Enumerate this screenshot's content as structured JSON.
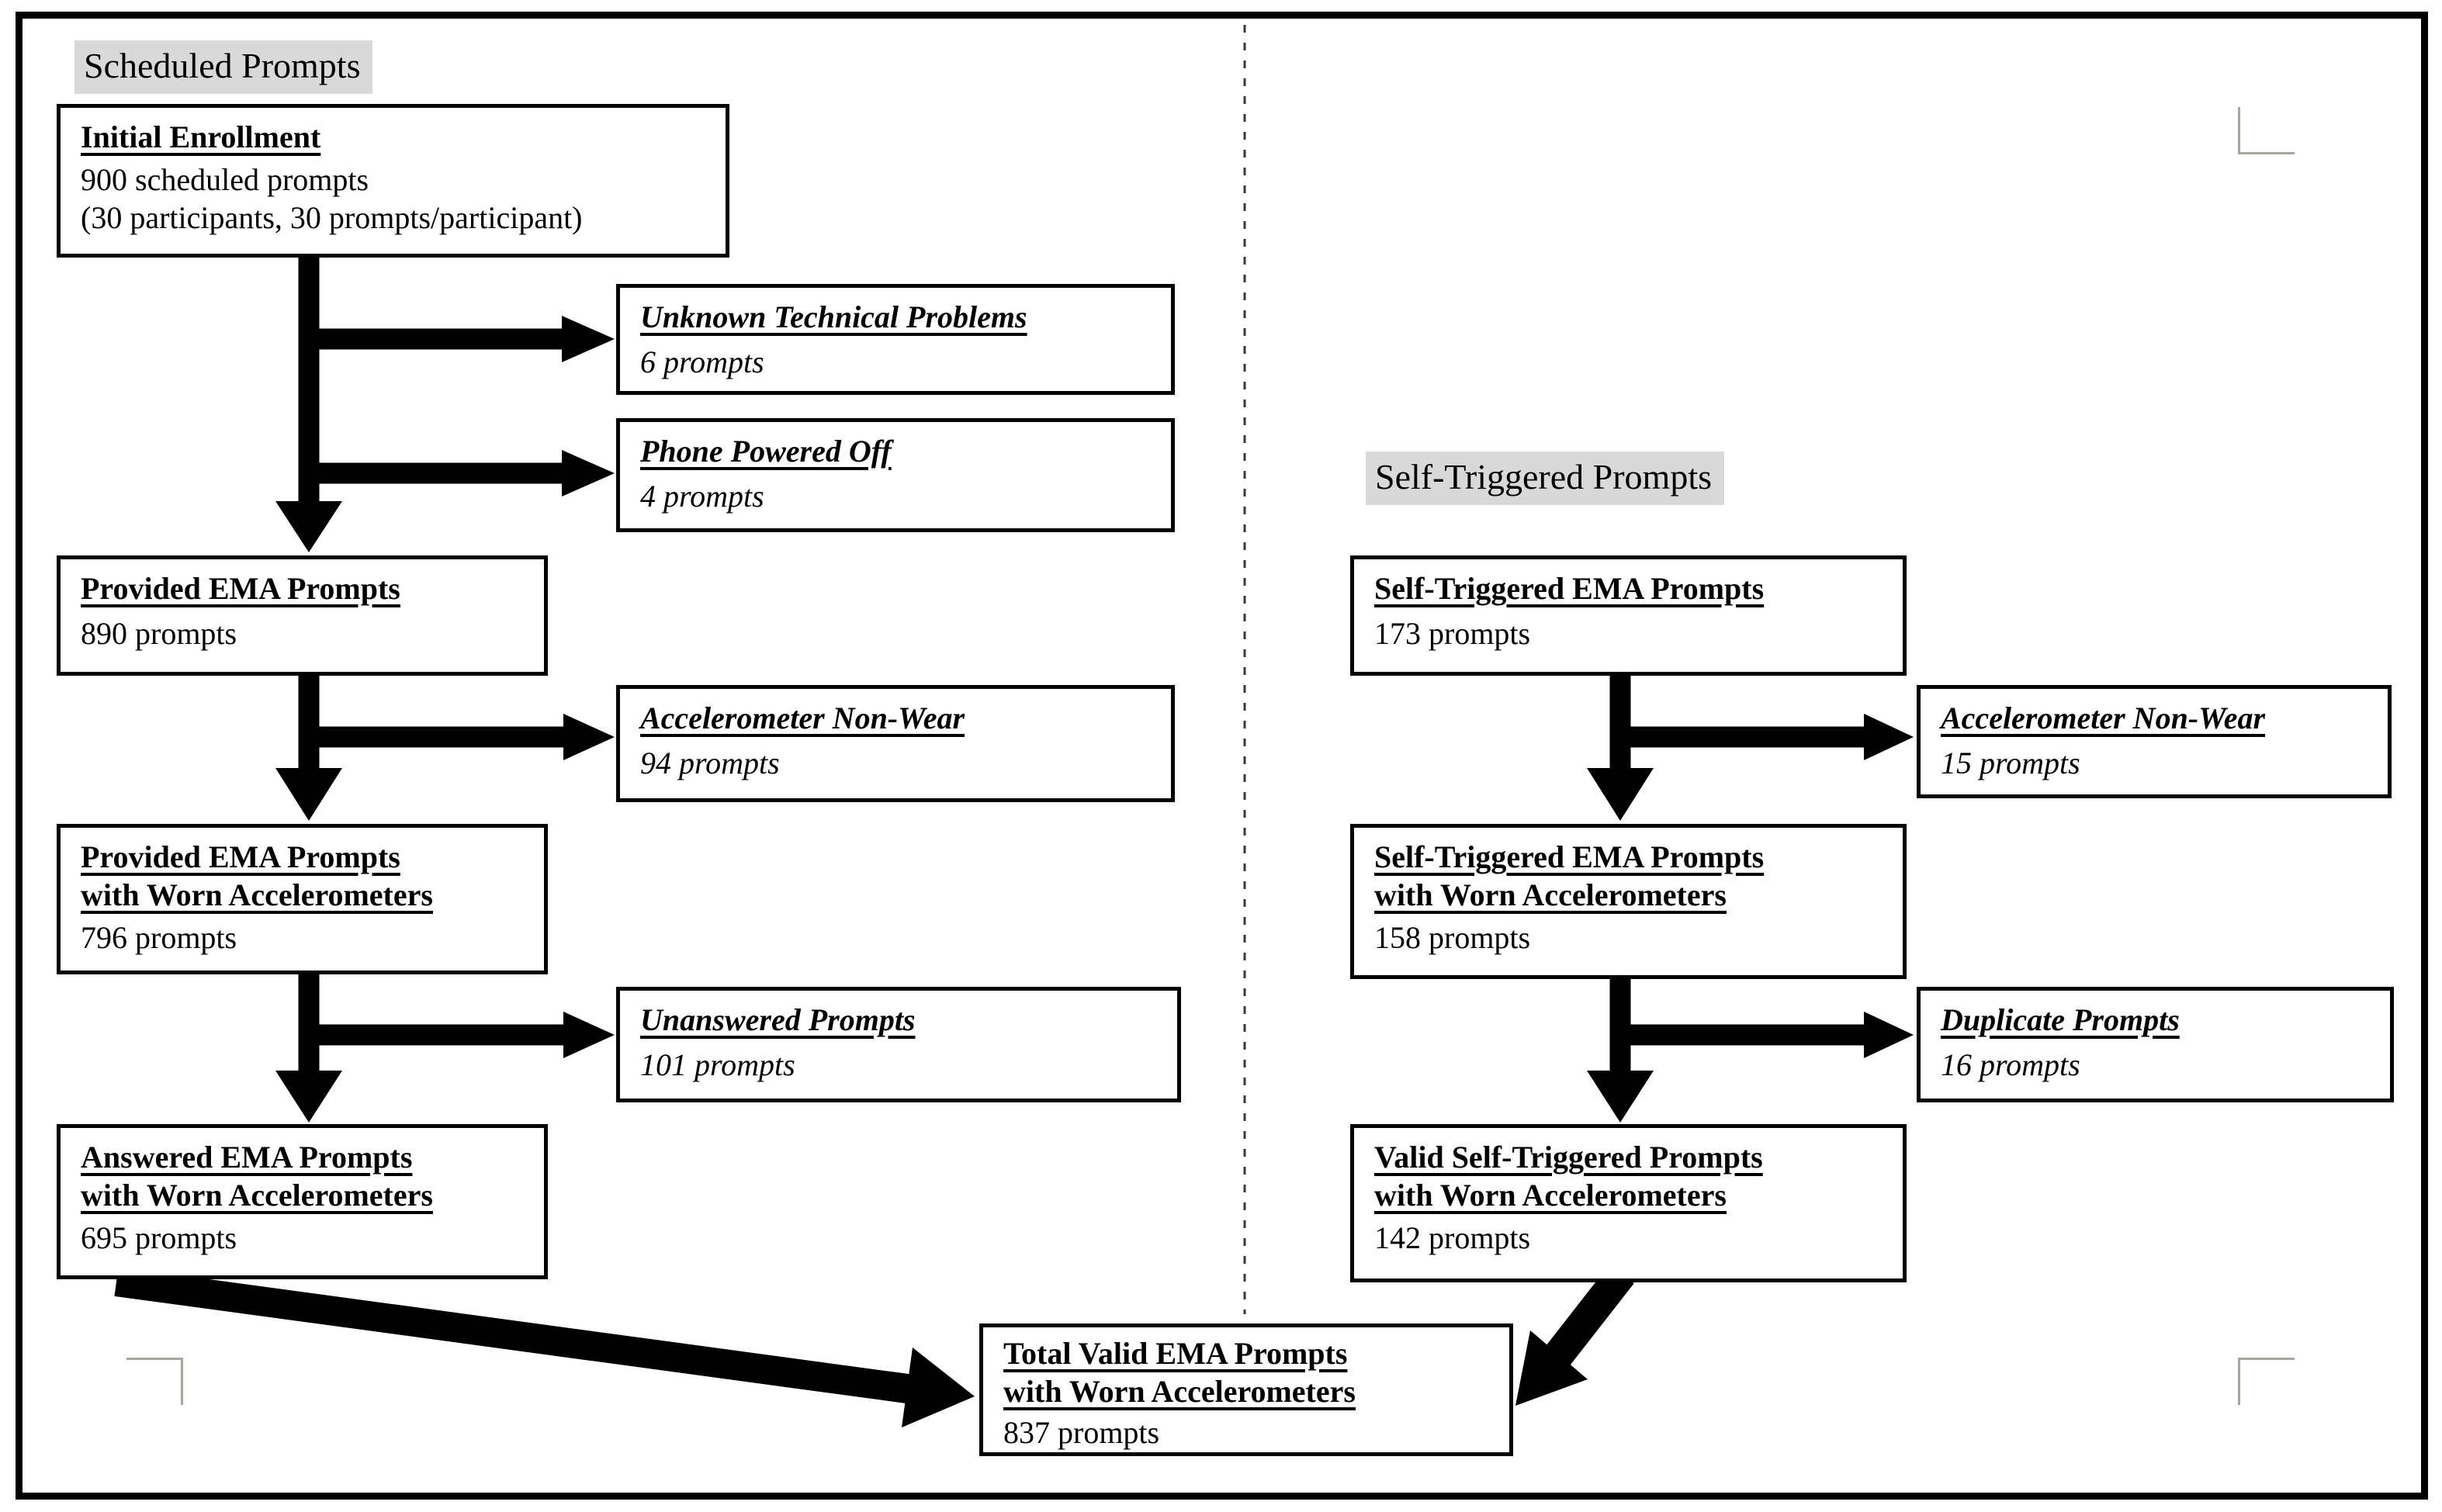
{
  "page": {
    "background": "#ffffff",
    "frame_color": "#000000",
    "arrow_color": "#000000",
    "divider_color": "#3a3a3a",
    "highlight_color": "#d9d9d9"
  },
  "sections": {
    "scheduled": {
      "title": "Scheduled Prompts"
    },
    "self_triggered": {
      "title": "Self-Triggered Prompts"
    }
  },
  "boxes": {
    "initial": {
      "title1": "Initial Enrollment",
      "line1": "900 scheduled prompts",
      "line2": "(30 participants, 30 prompts/participant)"
    },
    "unknown": {
      "title1": "Unknown Technical Problems",
      "value": "6 prompts"
    },
    "phone": {
      "title1": "Phone Powered Off",
      "value": "4 prompts"
    },
    "provided": {
      "title1": "Provided EMA Prompts",
      "value": "890 prompts"
    },
    "accel_left": {
      "title1": "Accelerometer Non-Wear",
      "value": "94 prompts"
    },
    "provided_worn": {
      "title1": "Provided EMA Prompts",
      "title2": "with Worn Accelerometers",
      "value": "796 prompts"
    },
    "unanswered": {
      "title1": "Unanswered Prompts",
      "value": "101 prompts"
    },
    "answered": {
      "title1": "Answered EMA Prompts",
      "title2": "with Worn Accelerometers",
      "value": "695 prompts"
    },
    "self_triggered": {
      "title1": "Self-Triggered EMA Prompts",
      "value": "173 prompts"
    },
    "accel_right": {
      "title1": "Accelerometer Non-Wear",
      "value": "15 prompts"
    },
    "self_triggered_worn": {
      "title1": "Self-Triggered EMA Prompts",
      "title2": "with Worn Accelerometers",
      "value": "158 prompts"
    },
    "duplicate": {
      "title1": "Duplicate Prompts",
      "value": "16 prompts"
    },
    "valid": {
      "title1": "Valid Self-Triggered Prompts",
      "title2": "with Worn Accelerometers",
      "value": "142 prompts"
    },
    "total": {
      "title1": "Total Valid EMA Prompts",
      "title2": "with Worn Accelerometers",
      "value": "837 prompts"
    }
  }
}
